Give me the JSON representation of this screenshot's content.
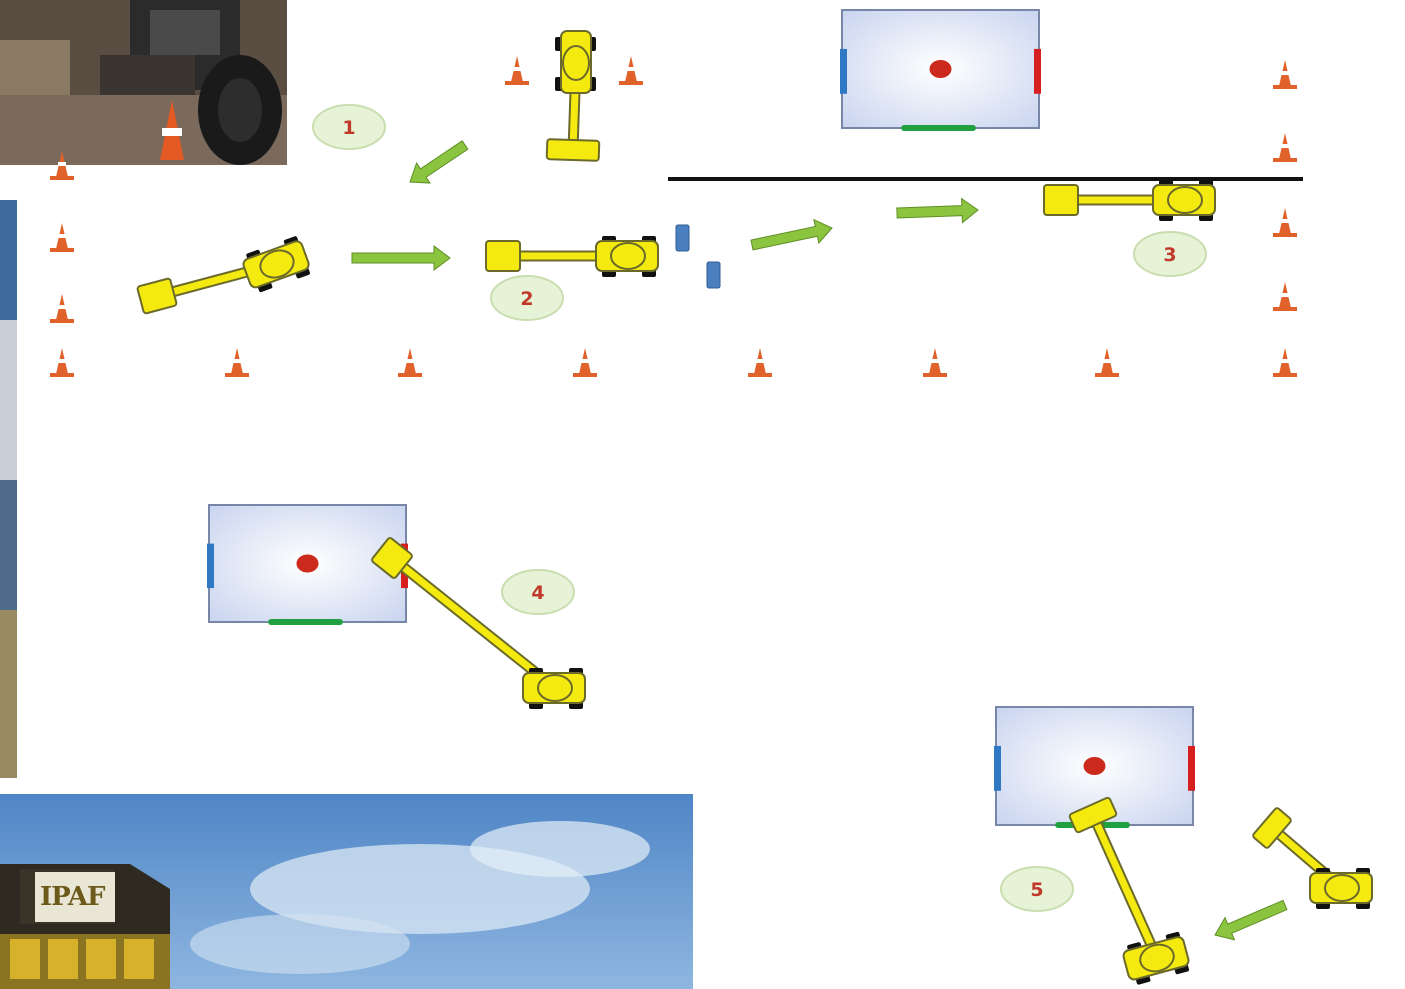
{
  "steps": [
    "1",
    "2",
    "3",
    "4",
    "5"
  ],
  "photos": {
    "top_left": "site-yard-photo",
    "left_strip": "building-photo",
    "bottom_left": "ipaf-building-photo",
    "logo_text": "IPAF"
  },
  "colors": {
    "machine": "#f5ea10",
    "machine_outline": "#6b6a2a",
    "wheel": "#111111",
    "arrow": "#8bc43f",
    "arrow_dark": "#5f8f25",
    "cone_orange": "#e0622a",
    "label_fill": "#e7f3d6",
    "label_text": "#c0392b",
    "box_fill": "#c9d4ef",
    "box_border": "#7886a8",
    "blue_mark": "#2f78c4",
    "red_mark": "#d62020",
    "green_mark": "#20a040",
    "target_red": "#cc2a1d",
    "line": "#111111"
  }
}
